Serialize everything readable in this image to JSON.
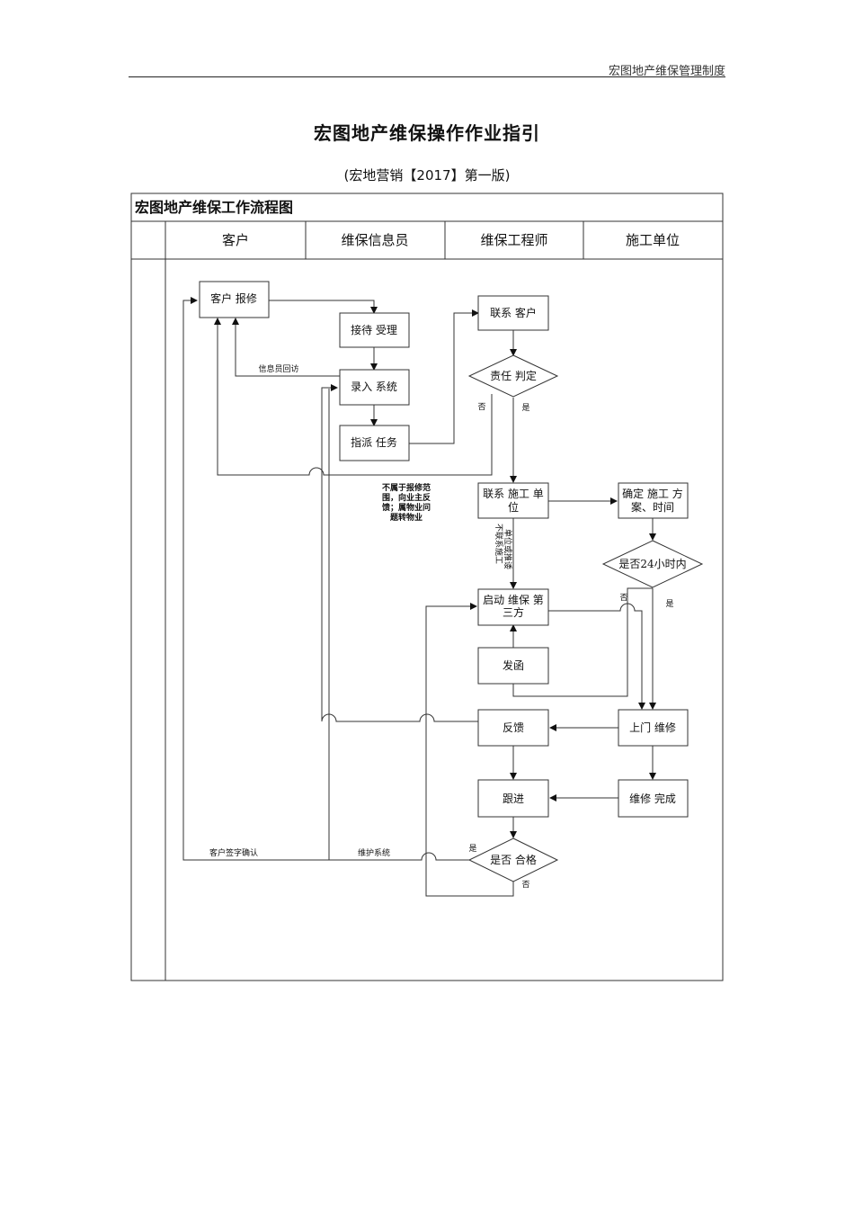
{
  "header": {
    "text": "宏图地产维保管理制度"
  },
  "title": "宏图地产维保操作作业指引",
  "subtitle": "(宏地营销【2017】第一版)",
  "table": {
    "title": "宏图地产维保工作流程图",
    "lanes": [
      "客户",
      "维保信息员",
      "维保工程师",
      "施工单位"
    ]
  },
  "nodes": {
    "report": "客户 报修",
    "reception": "接待 受理",
    "entry": "录入 系统",
    "assign": "指派 任务",
    "contact_customer": "联系 客户",
    "responsibility": "责任 判定",
    "contact_unit_1": "联系 施工 单",
    "contact_unit_2": "位",
    "confirm_plan_1": "确定 施工 方",
    "confirm_plan_2": "案、时间",
    "within24": "是否24小时内",
    "third_party_1": "启动 维保 第",
    "third_party_2": "三方",
    "letter": "发函",
    "feedback": "反馈",
    "onsite": "上门 维修",
    "followup": "跟进",
    "complete": "维修 完成",
    "qualified": "是否 合格"
  },
  "labels": {
    "info_callback": "信息员回访",
    "no_1": "否",
    "yes_1": "是",
    "not_in_scope": [
      "不属于报修范",
      "围，向业主反",
      "馈；属物业问",
      "题转物业"
    ],
    "vertical_note_1": "不联系施工",
    "vertical_note_2": "单位或推诿",
    "no_24": "否",
    "yes_24": "是",
    "customer_sign": "客户签字确认",
    "maintain_system": "维护系统",
    "yes_q": "是",
    "no_q": "否"
  }
}
